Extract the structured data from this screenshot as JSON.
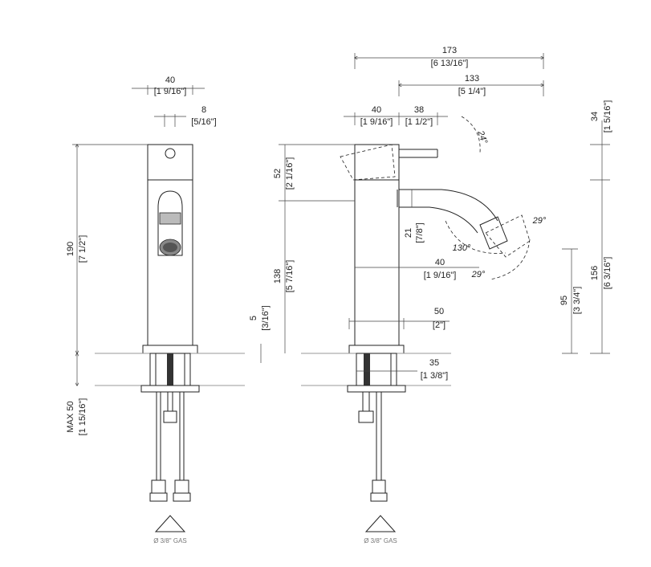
{
  "front_view": {
    "width": "40",
    "width_in": "[1 9/16\"]",
    "handle": "8",
    "handle_in": "[5/16\"]",
    "height": "190",
    "height_in": "[7 1/2\"]",
    "max": "MAX 50",
    "max_in": "[1 15/16\"]",
    "gas": "Ø  3/8\" GAS"
  },
  "side_view": {
    "overall": "173",
    "overall_in": "[6 13/16\"]",
    "reach": "133",
    "reach_in": "[5 1/4\"]",
    "body": "40",
    "body_in": "[1 9/16\"]",
    "lever": "38",
    "lever_in": "[1 1/2\"]",
    "angle_lever": "24°",
    "top": "52",
    "top_in": "[2 1/16\"]",
    "mid": "138",
    "mid_in": "[5 7/16\"]",
    "base": "5",
    "base_in": "[3/16\"]",
    "spout": "21",
    "spout_in": "[7/8\"]",
    "angle_130": "130°",
    "angle_29a": "29°",
    "angle_29b": "29°",
    "body_w": "40",
    "body_w_in": "[1 9/16\"]",
    "flange": "50",
    "flange_in": "[2\"]",
    "hole": "35",
    "hole_in": "[1 3/8\"]",
    "gas": "Ø  3/8\" GAS"
  },
  "right_dims": {
    "d34": "34",
    "d34_in": "[1 5/16\"]",
    "d156": "156",
    "d156_in": "[6 3/16\"]",
    "d95": "95",
    "d95_in": "[3 3/4\"]"
  }
}
